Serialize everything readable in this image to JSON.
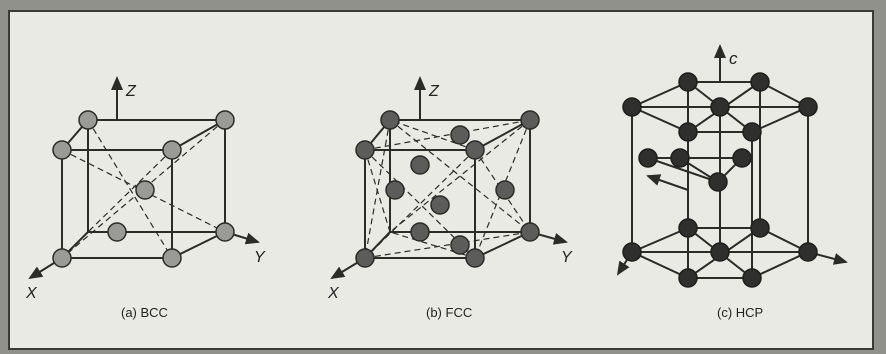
{
  "bcc": {
    "caption": "(a) BCC",
    "axis_z": "Z",
    "axis_y": "Y",
    "axis_x": "X"
  },
  "fcc": {
    "caption": "(b) FCC",
    "axis_z": "Z",
    "axis_y": "Y",
    "axis_x": "X"
  },
  "hcp": {
    "caption": "(c) HCP",
    "axis_c": "c"
  },
  "colors": {
    "panel_bg": "#e9eae3",
    "bcc_atom": "#9a9a96",
    "fcc_atom": "#5c5c5a",
    "hcp_atom": "#2f2f2d",
    "line": "#2b2b28"
  }
}
